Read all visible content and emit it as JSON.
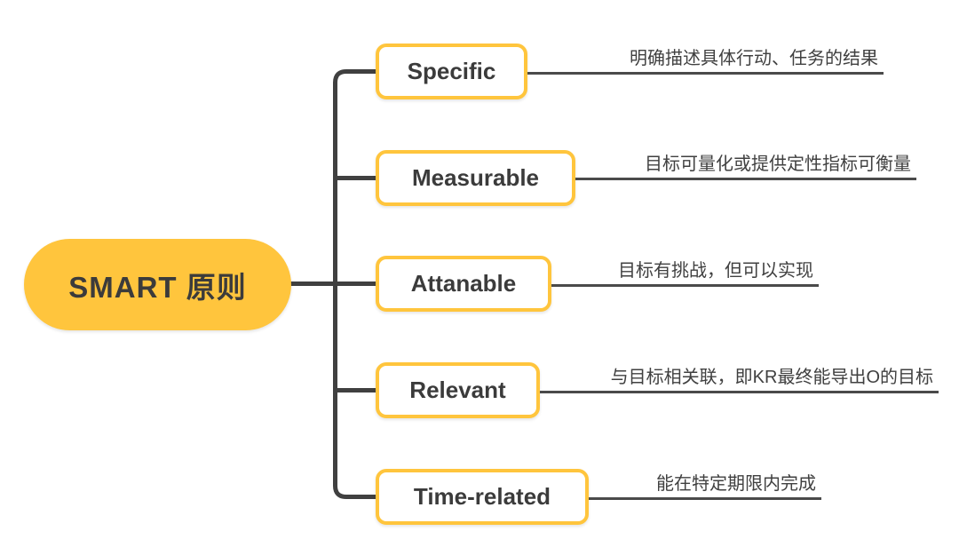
{
  "diagram": {
    "type": "mindmap",
    "title": "SMART 原则"
  },
  "root": {
    "label": "SMART 原则"
  },
  "branches": [
    {
      "label": "Specific",
      "note": "明确描述具体行动、任务的结果"
    },
    {
      "label": "Measurable",
      "note": "目标可量化或提供定性指标可衡量"
    },
    {
      "label": "Attanable",
      "note": "目标有挑战，但可以实现"
    },
    {
      "label": "Relevant",
      "note": "与目标相关联，即KR最终能导出O的目标"
    },
    {
      "label": "Time-related",
      "note": "能在特定期限内完成"
    }
  ],
  "colors": {
    "accent_yellow": "#FFC53D",
    "connector_line": "#404040",
    "note_underline": "#4A4A4A",
    "topic_text": "#3B3B3B",
    "note_text": "#404040",
    "topic_background": "#FFFFFF",
    "canvas_background": "#FFFFFF"
  }
}
